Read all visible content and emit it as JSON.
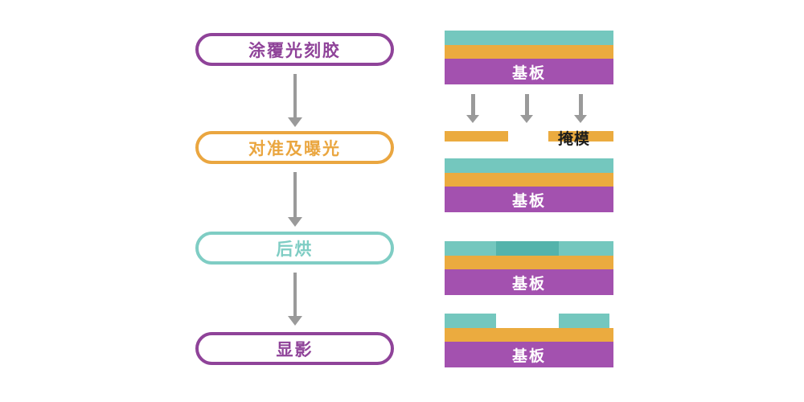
{
  "title": "photolithography-process-flow",
  "colors": {
    "purple_accent": "#8F4399",
    "orange_accent": "#EAA640",
    "teal_accent": "#7FCDC4",
    "resist_teal_fill": "#74C7BE",
    "exposed_teal_dark": "#54B3AB",
    "film_orange_fill": "#EBAB3F",
    "substrate_purple_fill": "#A351AF",
    "arrow_gray": "#9A9A9A",
    "mask_label_color": "#1C1C1C"
  },
  "flowchart": {
    "steps": [
      {
        "label": "涂覆光刻胶",
        "color": "purple"
      },
      {
        "label": "对准及曝光",
        "color": "orange"
      },
      {
        "label": "后烘",
        "color": "teal"
      },
      {
        "label": "显影",
        "color": "purple"
      }
    ]
  },
  "diagrams": {
    "mask_label": "掩模",
    "stacks": [
      {
        "name": "coated",
        "substrate": "基板"
      },
      {
        "name": "exposed",
        "substrate": "基板"
      },
      {
        "name": "postbake",
        "substrate": "基板"
      },
      {
        "name": "developed",
        "substrate": "基板"
      }
    ]
  }
}
